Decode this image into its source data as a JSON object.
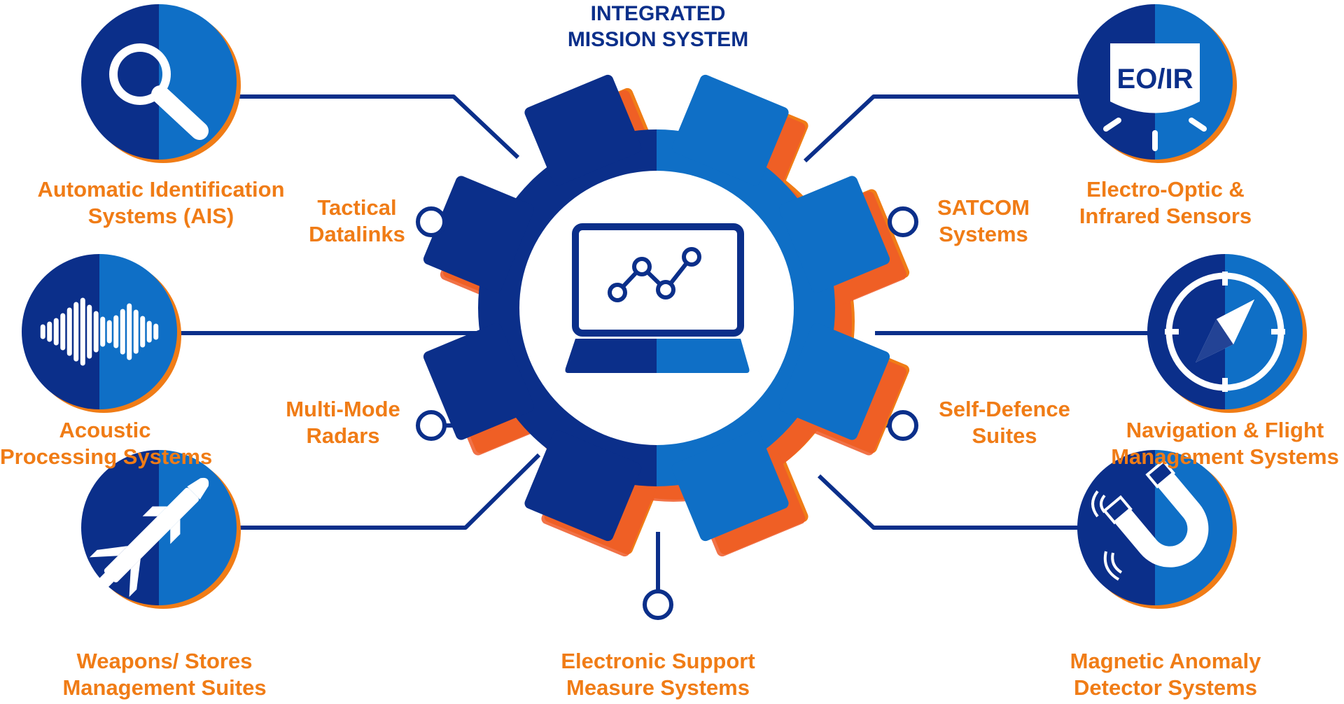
{
  "title": {
    "line1": "INTEGRATED",
    "line2": "MISSION SYSTEM"
  },
  "center": {
    "screen_text": ""
  },
  "badges": {
    "eo_ir_text": "EO/IR"
  },
  "outer_systems": [
    {
      "line1": "Automatic Identification",
      "line2": "Systems (AIS)",
      "icon": "magnifier-icon"
    },
    {
      "line1": "Acoustic",
      "line2": "Processing Systems",
      "icon": "sound-wave-icon"
    },
    {
      "line1": "Weapons/ Stores",
      "line2": "Management Suites",
      "icon": "missile-icon"
    },
    {
      "line1": "Electro-Optic &",
      "line2": "Infrared Sensors",
      "icon": "eo-ir-sensor-icon"
    },
    {
      "line1": "Navigation & Flight",
      "line2": "Management Systems",
      "icon": "compass-icon"
    },
    {
      "line1": "Magnetic Anomaly",
      "line2": "Detector Systems",
      "icon": "magnet-icon"
    }
  ],
  "inner_systems": [
    {
      "line1": "Tactical",
      "line2": "Datalinks"
    },
    {
      "line1": "Multi-Mode",
      "line2": "Radars"
    },
    {
      "line1": "SATCOM",
      "line2": "Systems"
    },
    {
      "line1": "Self-Defence",
      "line2": "Suites"
    },
    {
      "line1": "Electronic Support",
      "line2": "Measure Systems"
    }
  ],
  "colors": {
    "navy": "#0b2f8a",
    "blue": "#0f6fc6",
    "orange": "#f07c16",
    "red_orange": "#ef5a28",
    "white": "#ffffff"
  }
}
